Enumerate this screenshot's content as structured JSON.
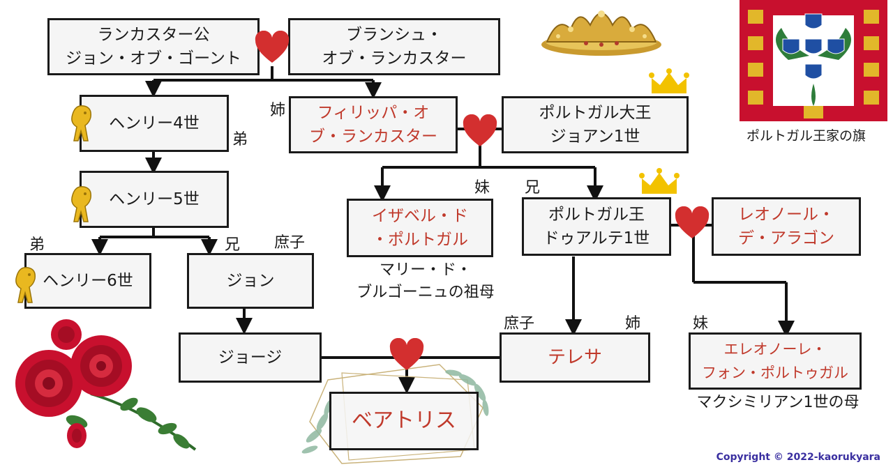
{
  "people": {
    "gaunt": "ランカスター公\nジョン・オブ・ゴーント",
    "blanche": "ブランシュ・\nオブ・ランカスター",
    "henry4": "ヘンリー4世",
    "philippa": "フィリッパ・オ\nブ・ランカスター",
    "joao1": "ポルトガル大王\nジョアン1世",
    "henry5": "ヘンリー5世",
    "isabel": "イザベル・ド\n・ポルトガル",
    "duarte": "ポルトガル王\nドゥアルテ1世",
    "leonor": "レオノール・\nデ・アラゴン",
    "henry6": "ヘンリー6世",
    "john": "ジョン",
    "george": "ジョージ",
    "teresa": "テレサ",
    "eleonore": "エレオノーレ・\nフォン・ポルトゥガル",
    "beatrice": "ベアトリス"
  },
  "relations": {
    "elder_sister": "姉",
    "younger_brother_h4": "弟",
    "younger_sister_isabel": "妹",
    "elder_brother_duarte": "兄",
    "younger_brother_h6": "弟",
    "elder_brother_john": "兄",
    "illegitimate_john": "庶子",
    "illegitimate_teresa": "庶子",
    "elder_sister_teresa": "姉",
    "younger_sister_eleonore": "妹"
  },
  "notes": {
    "isabel_note": "マリー・ド・\nブルゴーニュの祖母",
    "eleonore_note": "マクシミリアン1世の母",
    "flag_caption": "ポルトガル王家の旗"
  },
  "copyright": "Copyright © 2022-kaorukyara",
  "colors": {
    "red_text": "#c0392b",
    "heart": "#d32f2f",
    "gold": "#f2c200",
    "flag_red": "#c8102e",
    "flag_blue": "#1f4fa3"
  }
}
